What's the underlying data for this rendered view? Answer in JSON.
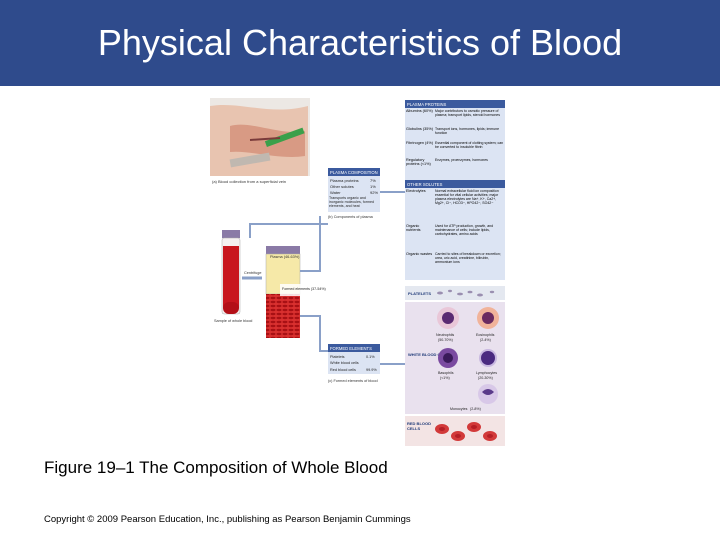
{
  "slide": {
    "title": "Physical Characteristics of Blood",
    "caption": "Figure 19–1 The Composition of Whole Blood",
    "copyright": "Copyright © 2009 Pearson Education, Inc., publishing as Pearson Benjamin Cummings"
  },
  "figure": {
    "photo_caption": "(a) Blood collection from a superficial vein",
    "sample_label": "Sample of whole blood",
    "centrifuge_label": "Centrifuge",
    "plasma_box": "Plasma (46-63%)",
    "formed_box": "Formed elements (37-54%)",
    "plasma_header": "PLASMA COMPOSITION",
    "plasma_rows": [
      {
        "name": "Plasma proteins",
        "value": "7%"
      },
      {
        "name": "Other solutes",
        "value": "1%"
      },
      {
        "name": "Water",
        "value": "92%"
      }
    ],
    "plasma_note": "Transports organic and inorganic molecules, formed elements, and heat",
    "plasma_caption": "(b) Components of plasma",
    "proteins_header": "PLASMA PROTEINS",
    "proteins": [
      {
        "name": "Albumins (60%)",
        "desc": "Major contributors to osmotic pressure of plasma; transport lipids, steroid hormones"
      },
      {
        "name": "Globulins (35%)",
        "desc": "Transport ions, hormones, lipids; immune function"
      },
      {
        "name": "Fibrinogen (4%)",
        "desc": "Essential component of clotting system; can be converted to insoluble fibrin"
      },
      {
        "name": "Regulatory proteins (<1%)",
        "desc": "Enzymes, proenzymes, hormones"
      }
    ],
    "solutes_header": "OTHER SOLUTES",
    "solutes": [
      {
        "name": "Electrolytes",
        "desc": "Normal extracellular fluid ion composition essential for vital cellular activities; major plasma electrolytes are Na+, K+, Ca2+, Mg2+, Cl−, HCO3−, HPO42−, SO42−"
      },
      {
        "name": "Organic nutrients",
        "desc": "Used for ATP production, growth, and maintenance of cells; include lipids, carbohydrates, amino acids"
      },
      {
        "name": "Organic wastes",
        "desc": "Carried to sites of breakdown or excretion; urea, uric acid, creatinine, bilirubin, ammonium ions"
      }
    ],
    "platelets_label": "PLATELETS",
    "formed_header": "FORMED ELEMENTS",
    "formed_rows": [
      {
        "name": "Platelets",
        "value": "0.1%"
      },
      {
        "name": "White blood cells",
        "value": ""
      },
      {
        "name": "Red blood cells",
        "value": "99.9%"
      }
    ],
    "formed_caption": "(c) Formed elements of blood",
    "wbc_label": "WHITE BLOOD CELLS",
    "wbc_cells": [
      {
        "name": "Neutrophils",
        "pct": "(50-70%)"
      },
      {
        "name": "Eosinophils",
        "pct": "(2-4%)"
      },
      {
        "name": "Basophils",
        "pct": "(<1%)"
      },
      {
        "name": "Lymphocytes",
        "pct": "(20-30%)"
      },
      {
        "name": "Monocytes",
        "pct": "(2-8%)"
      }
    ],
    "rbc_label": "RED BLOOD CELLS"
  }
}
